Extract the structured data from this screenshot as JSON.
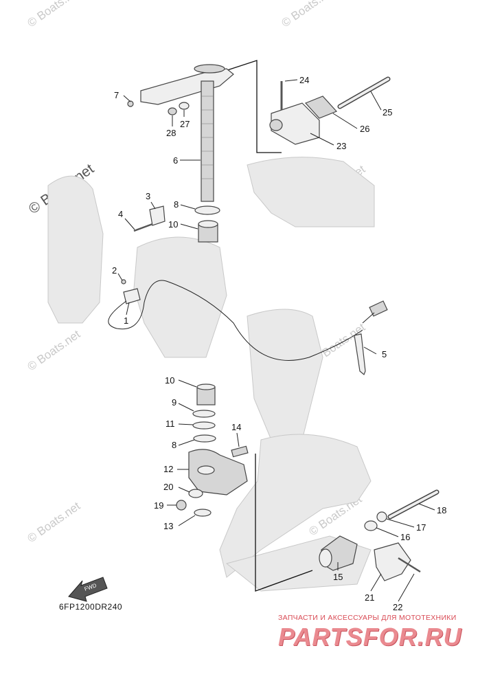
{
  "watermark": "© Boats.net",
  "diagram_code": "6FP1200DR240",
  "fwd_label": "FWD",
  "shop_banner": "ЗАПЧАСТИ И АКСЕССУАРЫ ДЛЯ МОТОТЕХНИКИ",
  "shop_logo": "PARTSFOR.RU",
  "callouts": {
    "c1": "1",
    "c2": "2",
    "c3": "3",
    "c4": "4",
    "c5": "5",
    "c6": "6",
    "c7": "7",
    "c8a": "8",
    "c8b": "8",
    "c9": "9",
    "c10a": "10",
    "c10b": "10",
    "c11": "11",
    "c12": "12",
    "c13": "13",
    "c14": "14",
    "c15": "15",
    "c16": "16",
    "c17": "17",
    "c18": "18",
    "c19": "19",
    "c20": "20",
    "c21": "21",
    "c22": "22",
    "c23": "23",
    "c24": "24",
    "c25": "25",
    "c26": "26",
    "c27": "27",
    "c28": "28"
  }
}
